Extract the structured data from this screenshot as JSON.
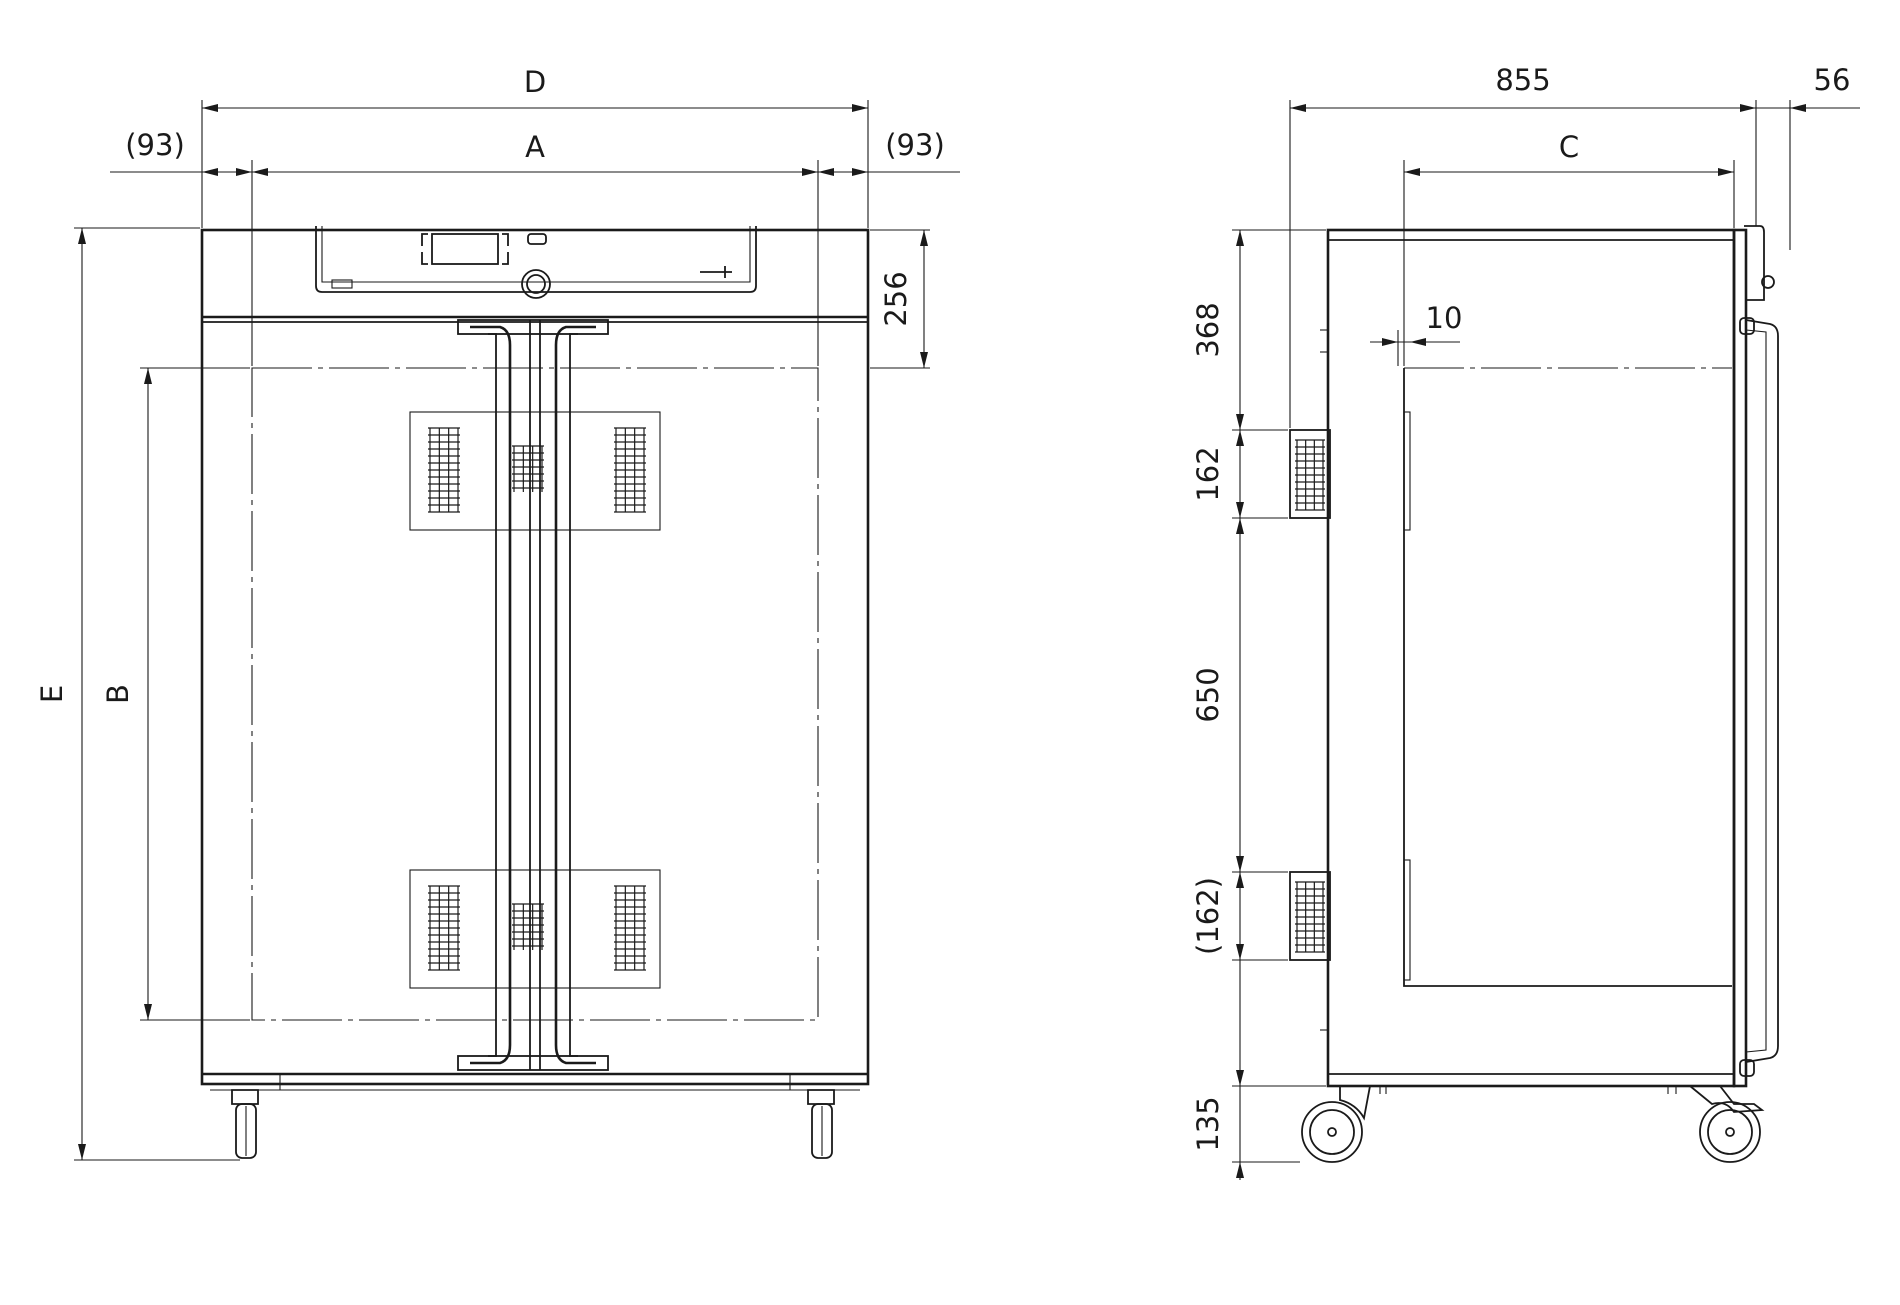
{
  "front_view": {
    "dimension_labels": {
      "overall_width": "D",
      "inner_width": "A",
      "left_offset": "(93)",
      "right_offset": "(93)",
      "top_height": "256",
      "inner_height": "B",
      "overall_height": "E"
    }
  },
  "side_view": {
    "dimension_labels": {
      "overall_depth": "855",
      "door_depth": "56",
      "inner_depth": "C",
      "inner_offset": "10",
      "top_to_upper_vent": "368",
      "upper_vent_height": "162",
      "vent_spacing": "650",
      "lower_vent_height": "(162)",
      "caster_height": "135"
    }
  },
  "colors": {
    "line": "#1a1a1a",
    "background": "#ffffff"
  }
}
